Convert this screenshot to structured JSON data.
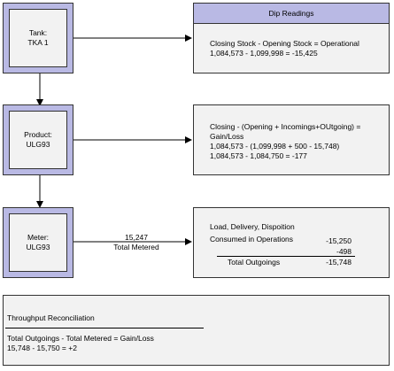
{
  "tank": {
    "label": "Tank:",
    "value": "TKA 1"
  },
  "product": {
    "label": "Product:",
    "value": "ULG93"
  },
  "meter": {
    "label": "Meter:",
    "value": "ULG93"
  },
  "metered": {
    "value": "15,247",
    "label": "Total Metered"
  },
  "dip_readings": {
    "title": "Dip Readings",
    "formula": "Closing Stock - Opening Stock = Operational",
    "calc": "1,084,573 - 1,099,998 = -15,425"
  },
  "gain_loss": {
    "line1": "Closing - (Opening + Incomings+OUtgoing) =",
    "line2": "Gain/Loss",
    "line3": "1,084,573 - (1,099,998 + 500 - 15,748)",
    "line4": "1,084,573 - 1,084,750 = -177"
  },
  "outgoings": {
    "line1": "Load, Delivery, Dispoition",
    "line2_label": "Consumed in Operations",
    "line2_value": "-15,250",
    "line3_value": "-498",
    "total_label": "Total Outgoings",
    "total_value": "-15,748"
  },
  "throughput": {
    "title": "Throughput Reconciliation",
    "formula": "Total Outgoings - Total Metered = Gain/Loss",
    "calc": "15,748 - 15,750 = +2"
  }
}
